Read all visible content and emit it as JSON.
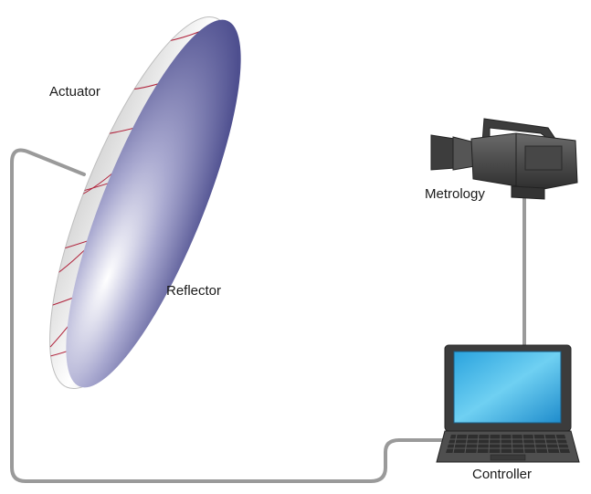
{
  "labels": {
    "actuator": "Actuator",
    "reflector": "Reflector",
    "metrology": "Metrology",
    "controller": "Controller"
  },
  "icons": {
    "reflector": "reflector-dish-icon",
    "camera": "video-camera-icon",
    "laptop": "laptop-icon"
  },
  "colors": {
    "cable": "#9a9a9a",
    "dish_face_dark": "#4e4f8f",
    "dish_face_light": "#ffffff",
    "actuator_grid": "#b0213a",
    "camera_body": "#4a4a4a",
    "laptop_screen": "#36b4e6",
    "laptop_body": "#555555"
  }
}
